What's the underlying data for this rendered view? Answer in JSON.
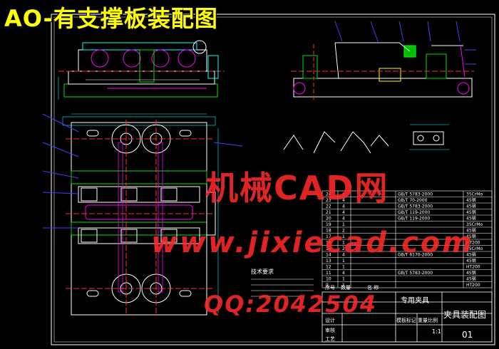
{
  "title": "AO-有支撑板装配图",
  "watermark": {
    "line1": "机械CAD网",
    "line2": "www.jixiecad.com",
    "line3": "QQ:2042504"
  },
  "notes": {
    "heading": "技术要求"
  },
  "title_block": {
    "header_left": "序号",
    "header_mid": "名  称",
    "header_qty": "数量",
    "drawing_name": "夹具装配图",
    "drawing_no": "01",
    "scale": "1:1",
    "company_tag": "专用夹具",
    "meta_1": "模板标记",
    "meta_2": "重量比例",
    "side_1": "设计",
    "side_2": "审核",
    "side_3": "工艺"
  },
  "bom": {
    "rows": [
      {
        "no": "24",
        "qty": "4",
        "part": "GB/T 5783-2000",
        "mat": "35CrMo"
      },
      {
        "no": "23",
        "qty": "4",
        "part": "GB/T 70-2000",
        "mat": "45钢"
      },
      {
        "no": "22",
        "qty": "4",
        "part": "GB/T 5783-2000",
        "mat": "45钢"
      },
      {
        "no": "21",
        "qty": "4",
        "part": "GB/T 119-2000",
        "mat": "45钢"
      },
      {
        "no": "20",
        "qty": "4",
        "part": "GB/T 119-2000",
        "mat": "45钢"
      },
      {
        "no": "19",
        "qty": "1",
        "part": "",
        "mat": "35CrMo"
      },
      {
        "no": "18",
        "qty": "2",
        "part": "",
        "mat": "45钢"
      },
      {
        "no": "17",
        "qty": "1",
        "part": "",
        "mat": "45钢"
      },
      {
        "no": "16",
        "qty": "1",
        "part": "",
        "mat": "HT200"
      },
      {
        "no": "15",
        "qty": "2",
        "part": "",
        "mat": "35CrMo"
      },
      {
        "no": "14",
        "qty": "4",
        "part": "GB/T 6170-2000",
        "mat": "45钢"
      },
      {
        "no": "13",
        "qty": "1",
        "part": "",
        "mat": "45钢"
      },
      {
        "no": "12",
        "qty": "1",
        "part": "",
        "mat": "HT200"
      },
      {
        "no": "11",
        "qty": "4",
        "part": "GB/T 5783-2000",
        "mat": "45钢"
      },
      {
        "no": "10",
        "qty": "1",
        "part": "",
        "mat": "45钢"
      },
      {
        "no": "9",
        "qty": "1",
        "part": "",
        "mat": "HT200"
      }
    ]
  },
  "colors": {
    "outline": "#ffffff",
    "geometry": "#00e000",
    "centerline": "#ff3030",
    "dimension": "#00ffff",
    "accent": "#ff00ff",
    "leader": "#4040ff",
    "title_text": "#ffff00",
    "watermark": "#ff2a2a"
  }
}
